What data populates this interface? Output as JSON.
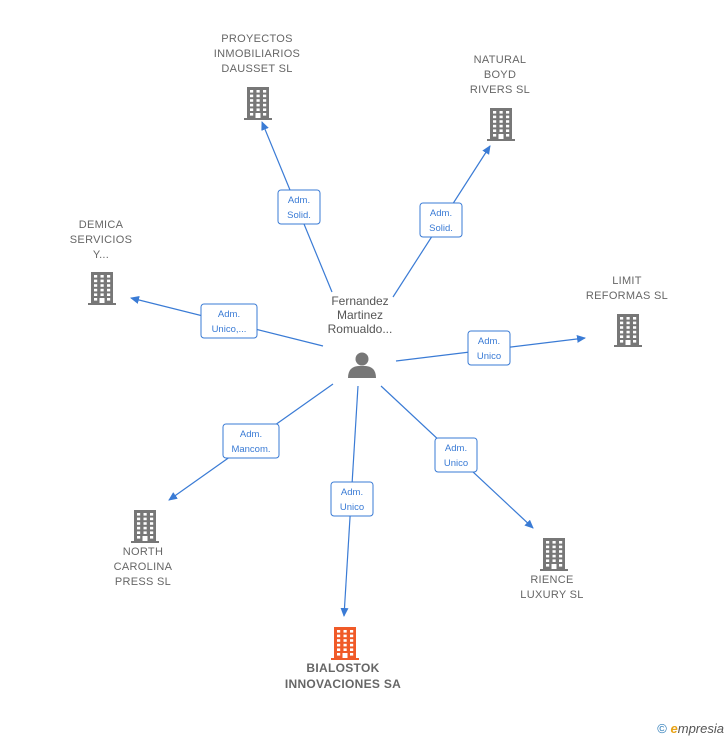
{
  "center": {
    "name_lines": [
      "Fernandez",
      "Martinez",
      "Romualdo..."
    ],
    "icon": "person-icon",
    "color": "#777777"
  },
  "companies": [
    {
      "id": "proyectos",
      "name_lines": [
        "PROYECTOS",
        "INMOBILIARIOS",
        "DAUSSET SL"
      ],
      "highlight": false
    },
    {
      "id": "natural",
      "name_lines": [
        "NATURAL",
        "BOYD",
        "RIVERS SL"
      ],
      "highlight": false
    },
    {
      "id": "demica",
      "name_lines": [
        "DEMICA",
        "SERVICIOS",
        "Y..."
      ],
      "highlight": false
    },
    {
      "id": "limit",
      "name_lines": [
        "LIMIT",
        "REFORMAS  SL"
      ],
      "highlight": false
    },
    {
      "id": "north",
      "name_lines": [
        "NORTH",
        "CAROLINA",
        "PRESS SL"
      ],
      "highlight": false
    },
    {
      "id": "bialostok",
      "name_lines": [
        "BIALOSTOK",
        "INNOVACIONES SA"
      ],
      "highlight": true
    },
    {
      "id": "rience",
      "name_lines": [
        "RIENCE",
        "LUXURY  SL"
      ],
      "highlight": false
    }
  ],
  "edges": [
    {
      "to": "proyectos",
      "label_lines": [
        "Adm.",
        "Solid."
      ]
    },
    {
      "to": "natural",
      "label_lines": [
        "Adm.",
        "Solid."
      ]
    },
    {
      "to": "demica",
      "label_lines": [
        "Adm.",
        "Unico,..."
      ]
    },
    {
      "to": "limit",
      "label_lines": [
        "Adm.",
        "Unico"
      ]
    },
    {
      "to": "north",
      "label_lines": [
        "Adm.",
        "Mancom."
      ]
    },
    {
      "to": "bialostok",
      "label_lines": [
        "Adm.",
        "Unico"
      ]
    },
    {
      "to": "rience",
      "label_lines": [
        "Adm.",
        "Unico"
      ]
    }
  ],
  "colors": {
    "edge": "#3a7bd5",
    "building": "#777777",
    "building_highlight": "#f05a28"
  },
  "footer": {
    "copyright_symbol": "©",
    "brand_initial": "e",
    "brand_rest": "mpresia"
  }
}
